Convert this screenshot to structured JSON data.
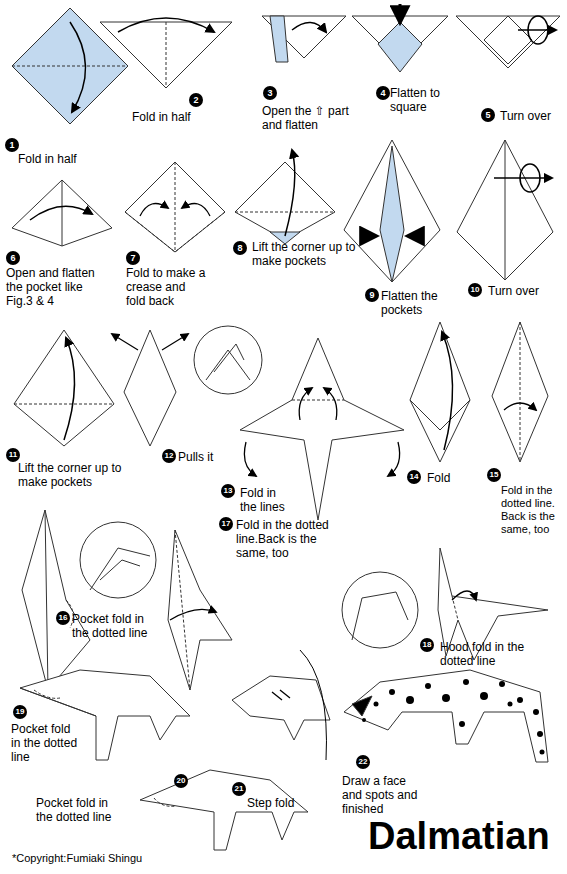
{
  "diagram": {
    "title": "Dalmatian",
    "labels": [
      "1",
      "Fold in half",
      "2",
      "Fold in half",
      "3",
      "Open the ⇧ part and flatten",
      "4",
      "Flatten to square",
      "5",
      "Turn over",
      "6",
      "Open and flatten the pocket like Fig.3 & 4",
      "7",
      "Fold to make a crease and fold back",
      "8",
      "Lift the corner up to make pockets",
      "9",
      "Flatten the pockets",
      "10",
      "Turn over",
      "11",
      "Lift the corner up to make pockets",
      "12",
      "Pulls it",
      "13",
      "Fold in the lines",
      "14",
      "Fold",
      "15",
      "Fold in the dotted line. Back is the same, too",
      "16",
      "Pocket fold in the dotted line",
      "17",
      "Fold in the dotted line.Back is the same, too",
      "18",
      "Hood fold in the dotted line",
      "19",
      "Pocket fold in the dotted line",
      "20",
      "Pocket fold in the dotted line",
      "21",
      "Step fold",
      "22",
      "Draw a face and spots and finished",
      "*Copyright:Fumiaki Shingu"
    ]
  }
}
